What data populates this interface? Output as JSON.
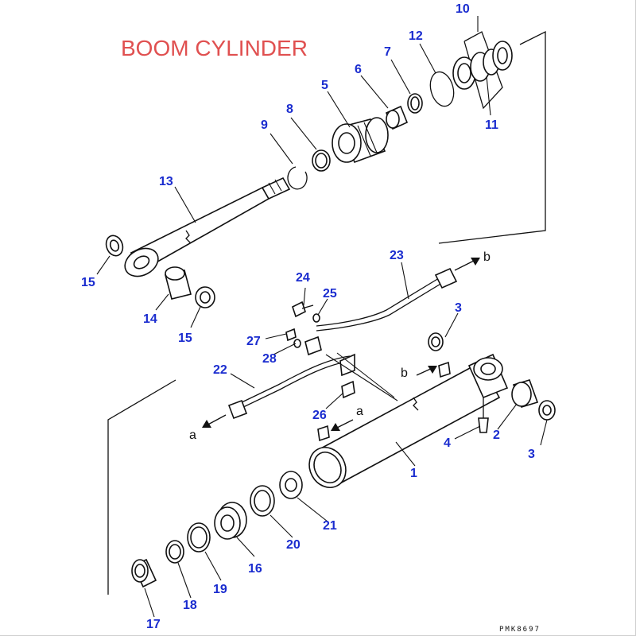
{
  "diagram": {
    "title": "BOOM CYLINDER",
    "drawing_code": "PMK8697",
    "arrow_labels": {
      "a_top": "a",
      "a_left": "a",
      "b_top": "b",
      "b_right": "b"
    },
    "part_labels": {
      "p1": "1",
      "p2": "2",
      "p3a": "3",
      "p3b": "3",
      "p4": "4",
      "p5": "5",
      "p6": "6",
      "p7": "7",
      "p8": "8",
      "p9": "9",
      "p10": "10",
      "p11": "11",
      "p12": "12",
      "p13": "13",
      "p14": "14",
      "p15a": "15",
      "p15b": "15",
      "p16": "16",
      "p17": "17",
      "p18": "18",
      "p19": "19",
      "p20": "20",
      "p21": "21",
      "p22": "22",
      "p23": "23",
      "p24": "24",
      "p25": "25",
      "p26": "26",
      "p27": "27",
      "p28": "28"
    }
  }
}
